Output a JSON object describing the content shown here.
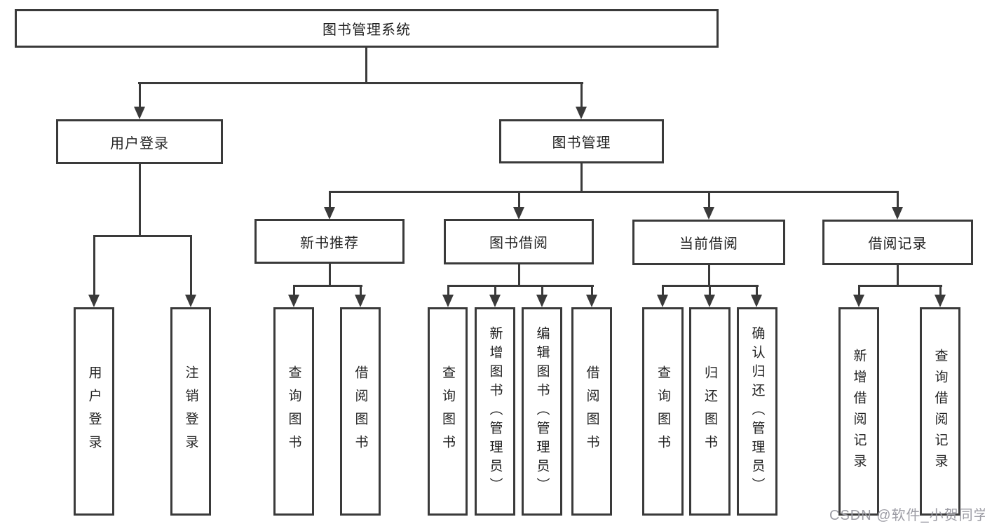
{
  "tree": {
    "root": {
      "label": "图书管理系统",
      "children": [
        {
          "label": "用户登录",
          "children": [
            {
              "label": "用户登录"
            },
            {
              "label": "注销登录"
            }
          ]
        },
        {
          "label": "图书管理",
          "children": [
            {
              "label": "新书推荐",
              "children": [
                {
                  "label": "查询图书"
                },
                {
                  "label": "借阅图书"
                }
              ]
            },
            {
              "label": "图书借阅",
              "children": [
                {
                  "label": "查询图书"
                },
                {
                  "label": "新增图书（管理员）"
                },
                {
                  "label": "编辑图书（管理员）"
                },
                {
                  "label": "借阅图书"
                }
              ]
            },
            {
              "label": "当前借阅",
              "children": [
                {
                  "label": "查询图书"
                },
                {
                  "label": "归还图书"
                },
                {
                  "label": "确认归还（管理员）"
                }
              ]
            },
            {
              "label": "借阅记录",
              "children": [
                {
                  "label": "新增借阅记录"
                },
                {
                  "label": "查询借阅记录"
                }
              ]
            }
          ]
        }
      ]
    }
  },
  "watermark": "CSDN @软件_小贺同学",
  "colors": {
    "line": "#3a3a3a",
    "text": "#222222",
    "watermark": "#9898a0",
    "background": "#ffffff"
  }
}
